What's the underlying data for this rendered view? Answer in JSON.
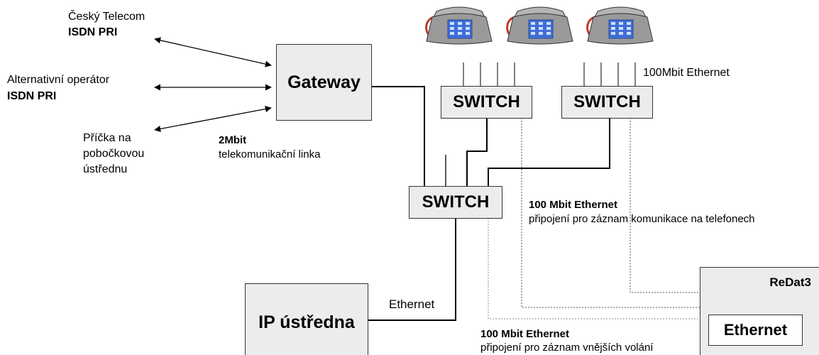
{
  "left": {
    "ct_name": "Český Telecom",
    "ct_type": "ISDN PRI",
    "alt_name": "Alternativní operátor",
    "alt_type": "ISDN PRI",
    "pricka_1": "Příčka na",
    "pricka_2": "pobočkovou",
    "pricka_3": "ústřednu"
  },
  "gateway": {
    "label": "Gateway"
  },
  "link2m": {
    "title": "2Mbit",
    "desc": "telekomunikační linka"
  },
  "switches": {
    "left": "SWITCH",
    "right": "SWITCH",
    "center": "SWITCH"
  },
  "eth_top": "100Mbit Ethernet",
  "eth_phones": {
    "title": "100 Mbit Ethernet",
    "desc": "připojení pro záznam komunikace na telefonech"
  },
  "eth_external": {
    "title": "100 Mbit Ethernet",
    "desc": "připojení pro záznam vnějších volání"
  },
  "ip_pbx": {
    "label": "IP ústředna",
    "link": "Ethernet"
  },
  "redat": {
    "name": "ReDat3",
    "port": "Ethernet"
  },
  "colors": {
    "box_fill": "#ececec",
    "phone_body": "#9a9a9a",
    "keypad": "#3f6ed8",
    "cord": "#c0392b"
  }
}
